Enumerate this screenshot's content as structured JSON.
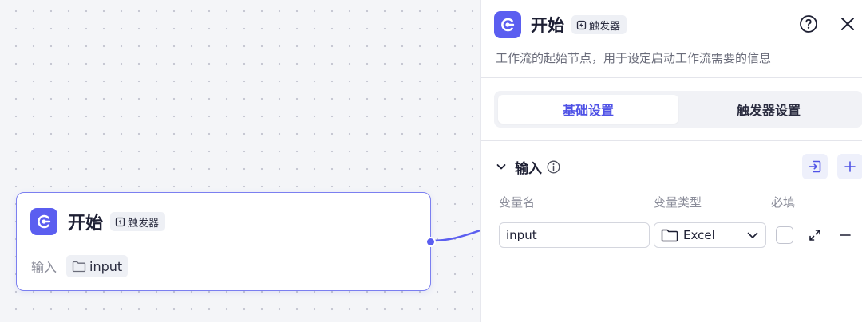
{
  "node": {
    "title": "开始",
    "badge": "触发器",
    "input_label": "输入",
    "input_chip": "input"
  },
  "panel": {
    "title": "开始",
    "badge": "触发器",
    "description": "工作流的起始节点，用于设定启动工作流需要的信息",
    "tabs": [
      {
        "label": "基础设置",
        "active": true
      },
      {
        "label": "触发器设置",
        "active": false
      }
    ],
    "section": {
      "title": "输入"
    },
    "columns": {
      "name": "变量名",
      "type": "变量类型",
      "required": "必填"
    },
    "rows": [
      {
        "name": "input",
        "type": "Excel",
        "required": false
      }
    ]
  },
  "icons": {
    "app": "start-logo-icon",
    "badge": "trigger-icon",
    "chip": "folder-icon",
    "help": "help-circle-icon",
    "close": "close-icon",
    "collapse": "chevron-down-icon",
    "info": "info-icon",
    "import": "import-icon",
    "add": "plus-icon",
    "expand": "expand-icon",
    "remove": "minus-icon"
  },
  "colors": {
    "accent": "#5b5ef0",
    "accent_text": "#4f52e6",
    "node_border": "#7b7ff0"
  }
}
